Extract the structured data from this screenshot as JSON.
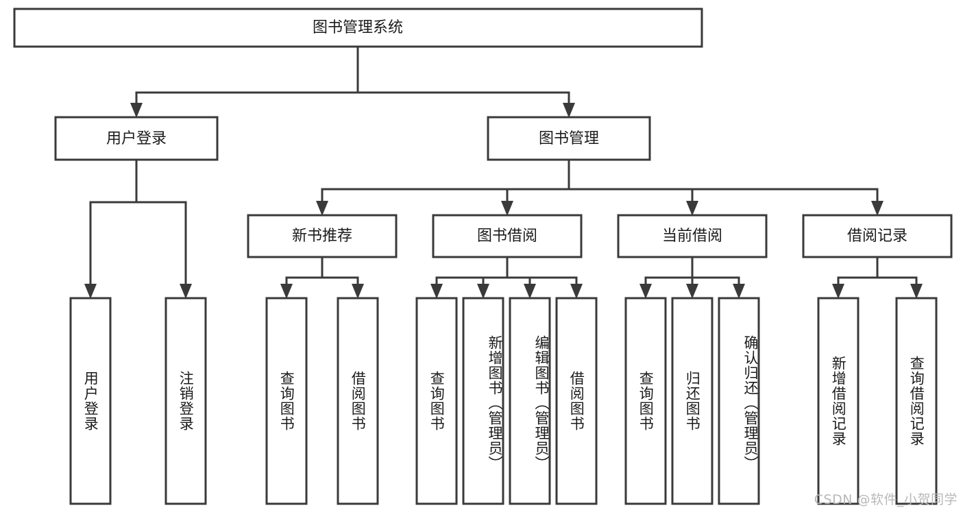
{
  "diagram": {
    "type": "tree-hierarchy",
    "title": "图书管理系统",
    "root": {
      "label": "图书管理系统",
      "level": 1
    },
    "level2": [
      {
        "label": "用户登录"
      },
      {
        "label": "图书管理"
      }
    ],
    "level3": [
      {
        "label": "新书推荐",
        "parent": "图书管理"
      },
      {
        "label": "图书借阅",
        "parent": "图书管理"
      },
      {
        "label": "当前借阅",
        "parent": "图书管理"
      },
      {
        "label": "借阅记录",
        "parent": "图书管理"
      }
    ],
    "leaves": {
      "user_login": [
        {
          "label": "用户登录"
        },
        {
          "label": "注销登录"
        }
      ],
      "new_book_recommend": [
        {
          "label": "查询图书"
        },
        {
          "label": "借阅图书"
        }
      ],
      "book_borrow": [
        {
          "label": "查询图书"
        },
        {
          "label": "新增图书（管理员）"
        },
        {
          "label": "编辑图书（管理员）"
        },
        {
          "label": "借阅图书"
        }
      ],
      "current_borrow": [
        {
          "label": "查询图书"
        },
        {
          "label": "归还图书"
        },
        {
          "label": "确认归还（管理员）"
        }
      ],
      "borrow_record": [
        {
          "label": "新增借阅记录"
        },
        {
          "label": "查询借阅记录"
        }
      ]
    }
  },
  "watermark": {
    "text": "CSDN @软件_小贺同学"
  },
  "colors": {
    "stroke": "#3a3a3a",
    "box_fill": "#ffffff",
    "text": "#1b1b1b",
    "background": "#ffffff",
    "watermark": "#b8b8b8"
  }
}
